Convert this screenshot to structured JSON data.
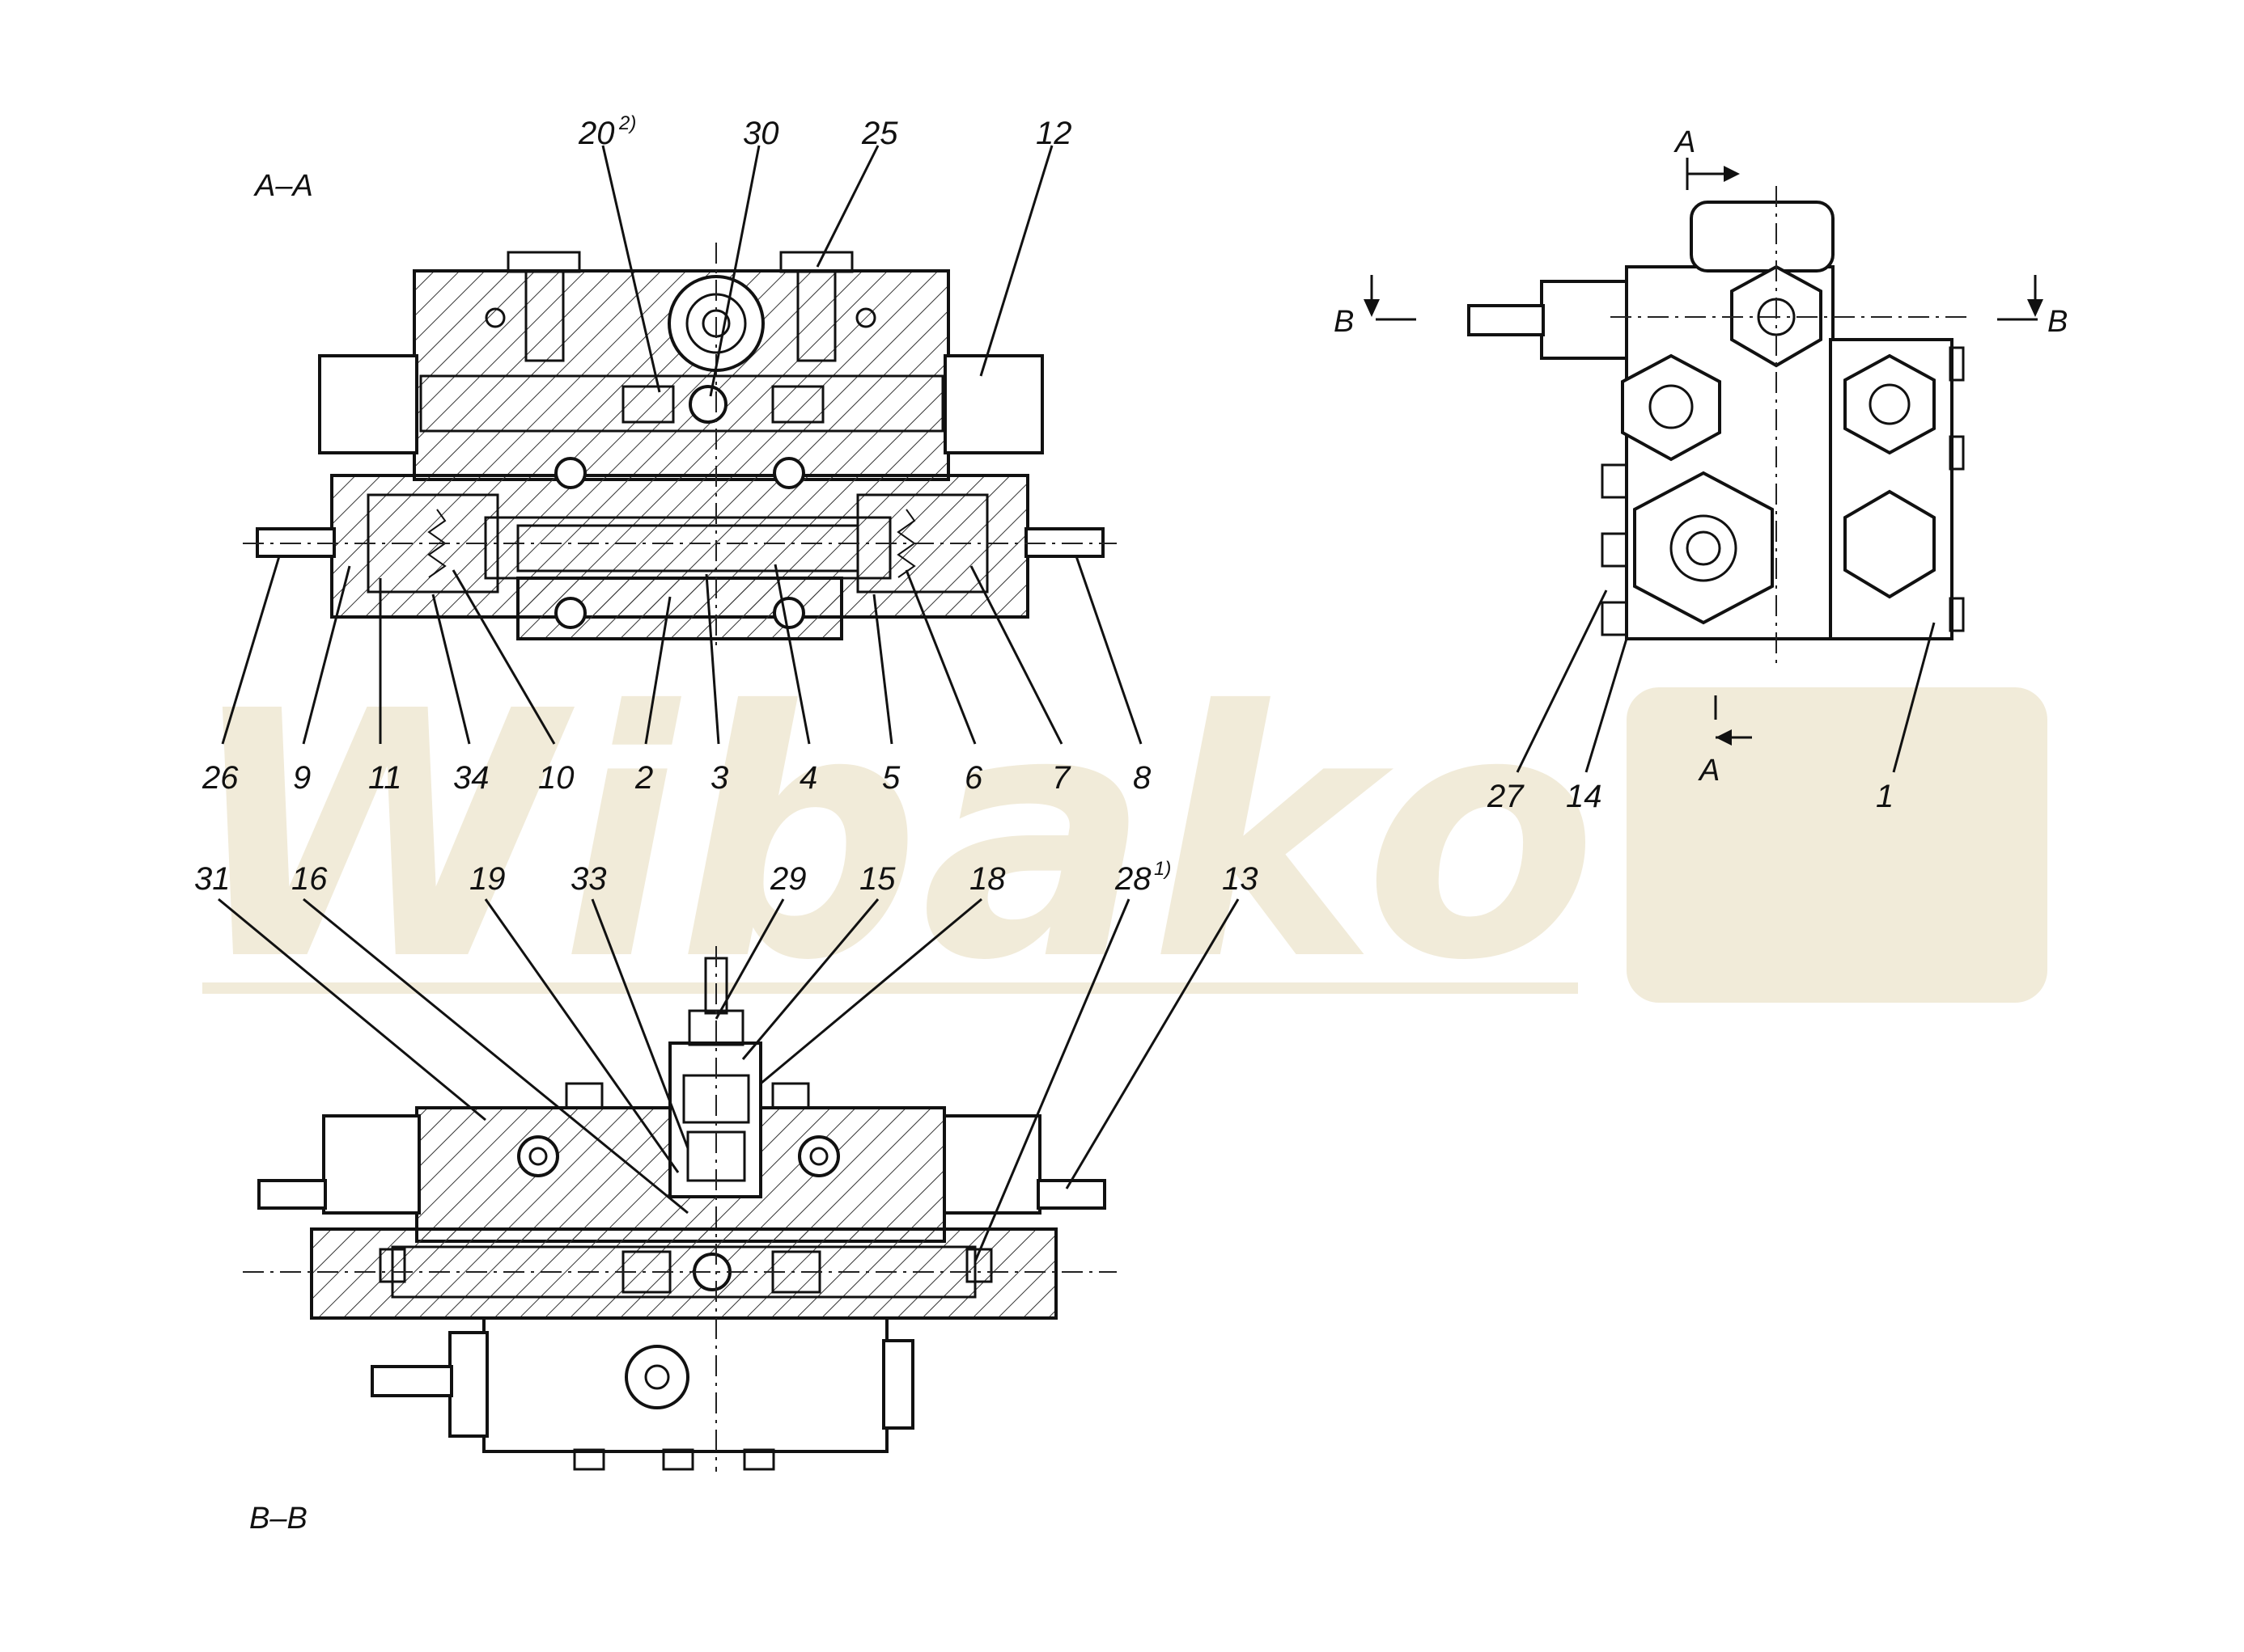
{
  "watermark": "Wibako",
  "colors": {
    "ink": "#111111",
    "watermark": "#f1ebd9",
    "paper": "#ffffff"
  },
  "sections": {
    "aa": "A–A",
    "bb": "B–B"
  },
  "cut_markers": {
    "a": "A",
    "b": "B"
  },
  "labels_aa": {
    "top": [
      {
        "text": "20",
        "sup": "2)"
      },
      {
        "text": "30",
        "sup": ""
      },
      {
        "text": "25",
        "sup": ""
      },
      {
        "text": "12",
        "sup": ""
      }
    ],
    "bottom": [
      "26",
      "9",
      "11",
      "34",
      "10",
      "2",
      "3",
      "4",
      "5",
      "6",
      "7",
      "8"
    ]
  },
  "labels_bb": [
    {
      "text": "31",
      "sup": ""
    },
    {
      "text": "16",
      "sup": ""
    },
    {
      "text": "19",
      "sup": ""
    },
    {
      "text": "33",
      "sup": ""
    },
    {
      "text": "29",
      "sup": ""
    },
    {
      "text": "15",
      "sup": ""
    },
    {
      "text": "18",
      "sup": ""
    },
    {
      "text": "28",
      "sup": "1)"
    },
    {
      "text": "13",
      "sup": ""
    }
  ],
  "labels_side": [
    "27",
    "14",
    "1"
  ]
}
